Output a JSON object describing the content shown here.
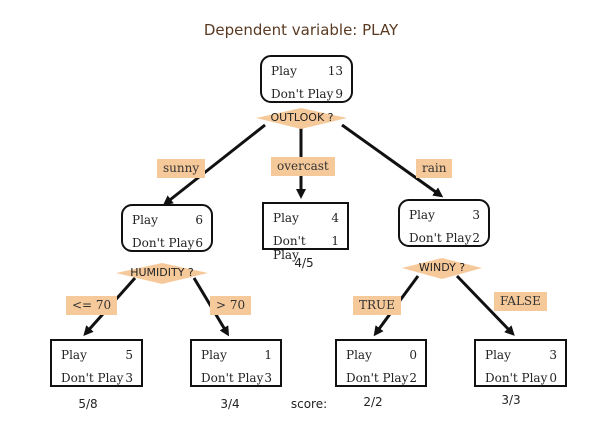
{
  "title": "Dependent variable: PLAY",
  "labels": {
    "play": "Play",
    "dont_play": "Don't Play",
    "score_label": "score:"
  },
  "colors": {
    "tag_fill": "#f6c99a",
    "line": "#111111"
  },
  "nodes": {
    "root": {
      "play": "13",
      "dont_play": "9"
    },
    "sunny": {
      "play": "6",
      "dont_play": "6"
    },
    "overcast": {
      "play": "4",
      "dont_play": "1"
    },
    "rain": {
      "play": "3",
      "dont_play": "2"
    },
    "le70": {
      "play": "5",
      "dont_play": "3"
    },
    "gt70": {
      "play": "1",
      "dont_play": "3"
    },
    "windy_true": {
      "play": "0",
      "dont_play": "2"
    },
    "windy_false": {
      "play": "3",
      "dont_play": "0"
    }
  },
  "splits": {
    "outlook": "OUTLOOK ?",
    "humidity": "HUMIDITY ?",
    "windy": "WINDY ?"
  },
  "branches": {
    "sunny": "sunny",
    "overcast": "overcast",
    "rain": "rain",
    "le70": "<= 70",
    "gt70": "> 70",
    "true": "TRUE",
    "false": "FALSE"
  },
  "scores": {
    "overcast": "4/5",
    "le70": "5/8",
    "gt70": "3/4",
    "windy_true": "2/2",
    "windy_false": "3/3"
  }
}
